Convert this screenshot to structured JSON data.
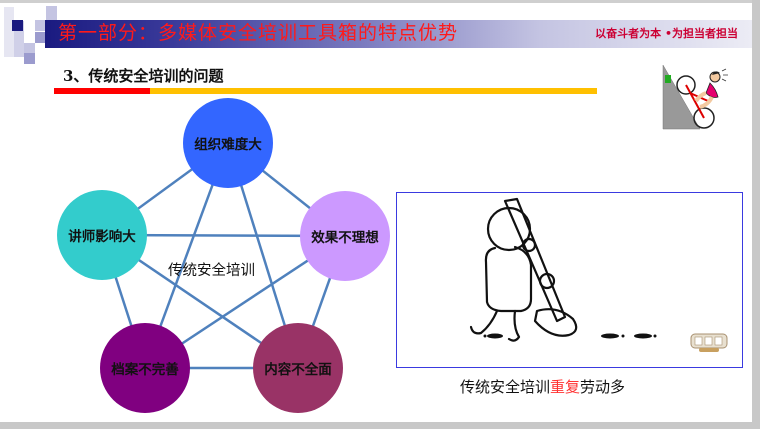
{
  "header": {
    "title": "第一部分：多媒体安全培训工具箱的特点优势",
    "slogan": "以奋斗者为本 •为担当者担当",
    "colors": {
      "title_text": "#ff1a1a",
      "bar_start": "#1a1a80",
      "bar_end": "#ececf5",
      "slogan_text": "#cc0033"
    }
  },
  "section": {
    "subtitle": "3、传统安全培训的问题",
    "rule_colors": {
      "red": "#ff0000",
      "yellow": "#ffc000"
    }
  },
  "diagram": {
    "center_label": "传统安全培训",
    "line_color": "#4f81bd",
    "nodes": [
      {
        "label": "组织难度大",
        "color": "#3366ff"
      },
      {
        "label": "讲师影响大",
        "color": "#33cccc"
      },
      {
        "label": "效果不理想",
        "color": "#cc99ff"
      },
      {
        "label": "档案不完善",
        "color": "#800080"
      },
      {
        "label": "内容不全面",
        "color": "#993366"
      }
    ]
  },
  "illustration": {
    "description": "stick-figure-sweeping",
    "watermark_icon": "watermark-logo-icon",
    "border_color": "#3a3ae0"
  },
  "caption": {
    "part1": "传统安全培训",
    "highlight": "重复",
    "part2": "劳动多",
    "highlight_color": "#ff3333"
  },
  "corner_image": {
    "icon": "cyclist-uphill-icon"
  }
}
